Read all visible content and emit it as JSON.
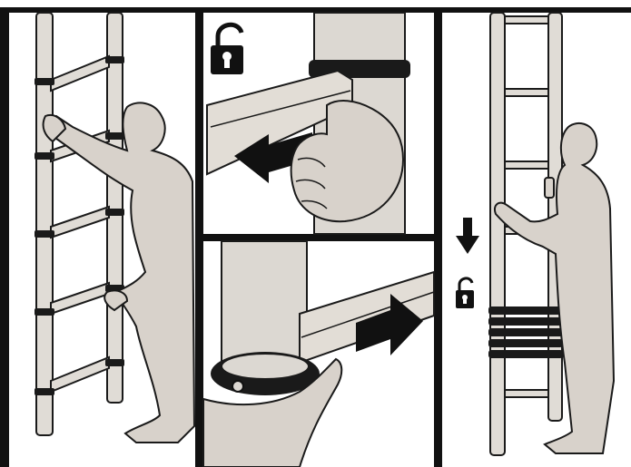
{
  "figure": {
    "panels": [
      {
        "id": "panel-left",
        "content": "person-climbing-ladder"
      },
      {
        "id": "panel-top-middle",
        "content": "unlock-and-pull-rung",
        "icon": "unlocked-padlock-icon",
        "arrow": "left"
      },
      {
        "id": "panel-bottom-middle",
        "content": "push-rung-to-lock",
        "arrow": "right"
      },
      {
        "id": "panel-right",
        "content": "person-retracting-ladder",
        "icons": [
          "down-arrow-icon",
          "unlocked-padlock-icon"
        ]
      }
    ]
  },
  "colors": {
    "background": "#ffffff",
    "figure_fill": "#d8d2cb",
    "outline": "#1a1a1a",
    "divider": "#111111"
  }
}
